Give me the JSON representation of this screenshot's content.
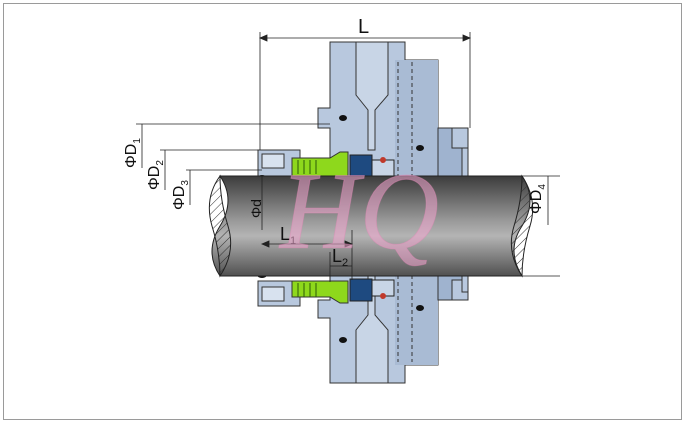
{
  "labels": {
    "L": "L",
    "L1": {
      "main": "L",
      "sub": "1"
    },
    "L2": {
      "main": "L",
      "sub": "2"
    },
    "D1": {
      "main": "ΦD",
      "sub": "1"
    },
    "D2": {
      "main": "ΦD",
      "sub": "2"
    },
    "D3": {
      "main": "ΦD",
      "sub": "3"
    },
    "D4": {
      "main": "ΦD",
      "sub": "4"
    },
    "d": "Φd"
  },
  "watermark": "HQ",
  "colors": {
    "housing": "#b8c8de",
    "housing_dark": "#8fa6c4",
    "shaft_light": "#b0b0b0",
    "shaft_dark": "#4a4a4a",
    "spring_green": "#8ed81c",
    "seat_blue": "#1e4a80",
    "oring_black": "#111111",
    "watermark": "#f3a6cf",
    "line": "#222222"
  }
}
